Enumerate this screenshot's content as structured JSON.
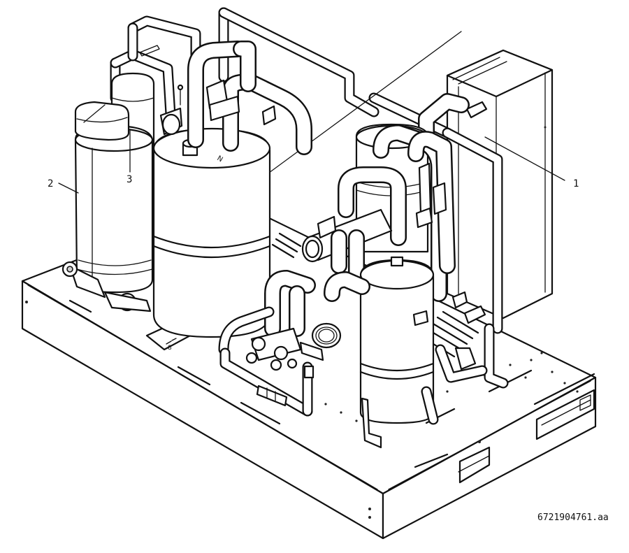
{
  "figure": {
    "callouts": [
      {
        "id": "callout-1",
        "label": "1"
      },
      {
        "id": "callout-2",
        "label": "2"
      },
      {
        "id": "callout-3",
        "label": "3"
      }
    ],
    "drawing_number": "6721904761.aa"
  }
}
